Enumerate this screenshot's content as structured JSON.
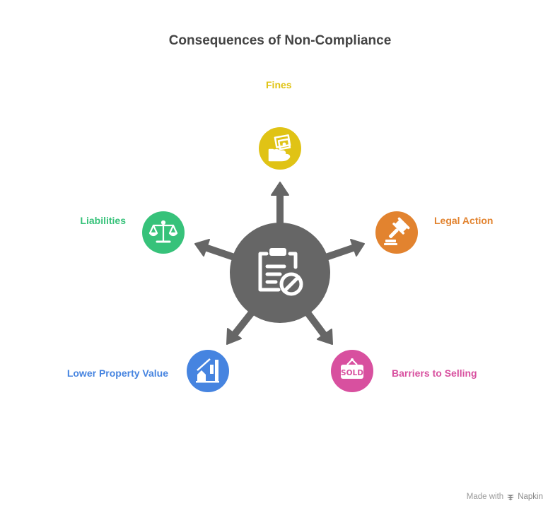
{
  "title": "Consequences of Non-Compliance",
  "center": {
    "icon": "clipboard-prohibited-icon",
    "color": "#666666"
  },
  "items": [
    {
      "label": "Fines",
      "icon": "cash-hand-icon",
      "color": "#E0C315"
    },
    {
      "label": "Legal Action",
      "icon": "gavel-icon",
      "color": "#E2832F"
    },
    {
      "label": "Barriers to Selling",
      "icon": "sold-sign-icon",
      "color": "#D8509F"
    },
    {
      "label": "Lower Property Value",
      "icon": "house-chart-icon",
      "color": "#4684E0"
    },
    {
      "label": "Liabilities",
      "icon": "scales-icon",
      "color": "#37C27A"
    }
  ],
  "footer": {
    "made_with": "Made with",
    "brand": "Napkin"
  }
}
